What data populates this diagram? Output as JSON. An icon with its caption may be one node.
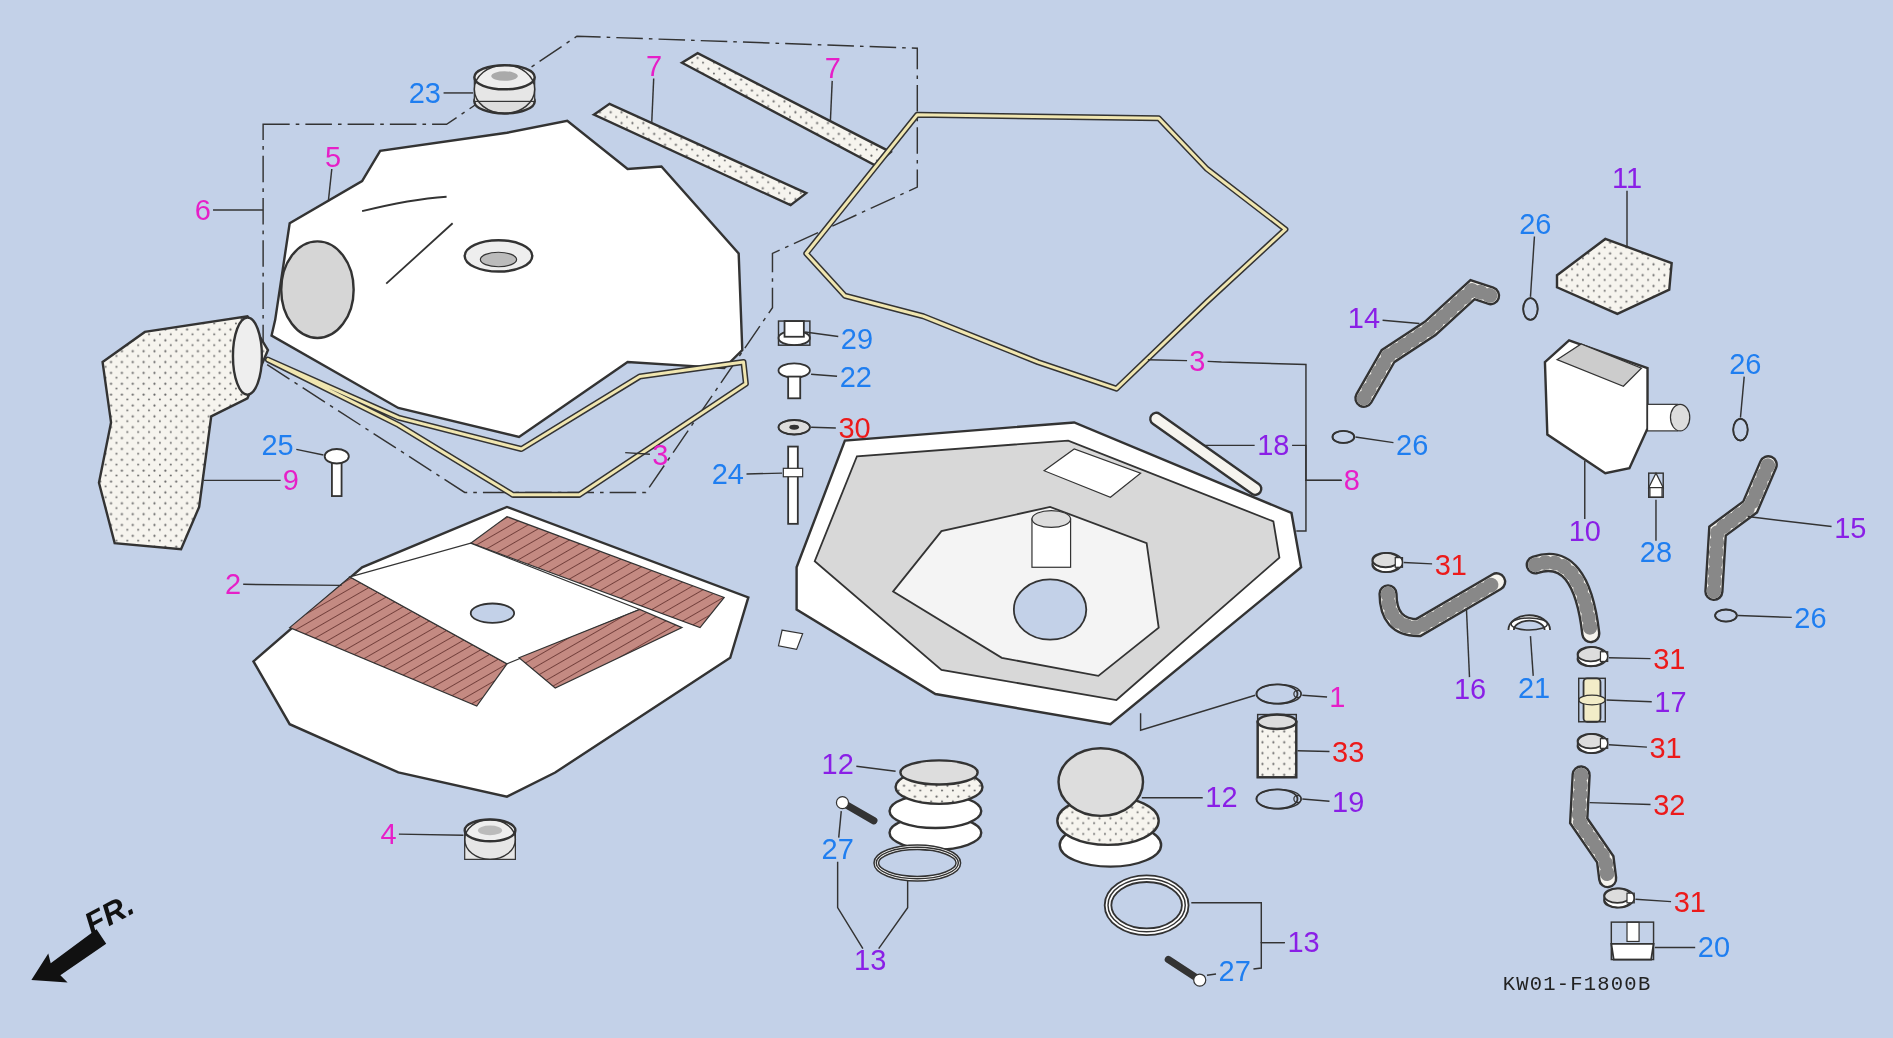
{
  "diagram": {
    "nodes": [
      {
        "text": [
          "23"
        ]
      },
      {
        "text": [
          "7"
        ]
      },
      {
        "text": [
          "7"
        ]
      },
      {
        "text": [
          "5"
        ]
      },
      {
        "text": [
          "6"
        ]
      },
      {
        "text": [
          "11"
        ]
      },
      {
        "text": [
          "26"
        ]
      },
      {
        "text": [
          "14"
        ]
      },
      {
        "text": [
          "29"
        ]
      },
      {
        "text": [
          "3"
        ]
      },
      {
        "text": [
          "26"
        ]
      },
      {
        "text": [
          "22"
        ]
      },
      {
        "text": [
          "30"
        ]
      },
      {
        "text": [
          "18"
        ]
      },
      {
        "text": [
          "26"
        ]
      },
      {
        "text": [
          "3"
        ]
      },
      {
        "text": [
          "25"
        ]
      },
      {
        "text": [
          "9"
        ]
      },
      {
        "text": [
          "24"
        ]
      },
      {
        "text": [
          "8"
        ]
      },
      {
        "text": [
          "10"
        ]
      },
      {
        "text": [
          "15"
        ]
      },
      {
        "text": [
          "28"
        ]
      },
      {
        "text": [
          "31"
        ]
      },
      {
        "text": [
          "2"
        ]
      },
      {
        "text": [
          "26"
        ]
      },
      {
        "text": [
          "31"
        ]
      },
      {
        "text": [
          "16"
        ]
      },
      {
        "text": [
          "21"
        ]
      },
      {
        "text": [
          "1"
        ]
      },
      {
        "text": [
          "17"
        ]
      },
      {
        "text": [
          "31"
        ]
      },
      {
        "text": [
          "33"
        ]
      },
      {
        "text": [
          "12"
        ]
      },
      {
        "text": [
          "12"
        ]
      },
      {
        "text": [
          "19"
        ]
      },
      {
        "text": [
          "32"
        ]
      },
      {
        "text": [
          "4"
        ]
      },
      {
        "text": [
          "27"
        ]
      },
      {
        "text": [
          "31"
        ]
      },
      {
        "text": [
          "13"
        ]
      },
      {
        "text": [
          "20"
        ]
      },
      {
        "text": [
          "13"
        ]
      },
      {
        "text": [
          "27"
        ]
      },
      {
        "text": [],
        "shape": "circle"
      },
      {
        "text": [],
        "shape": "picture"
      },
      {
        "text": [],
        "shape": "picture"
      },
      {
        "text": [],
        "shape": "picture"
      },
      {
        "text": [],
        "shape": "picture"
      },
      {
        "text": [],
        "shape": "circle"
      },
      {
        "text": [],
        "shape": "picture"
      },
      {
        "text": [],
        "shape": "box"
      },
      {
        "text": [],
        "shape": "picture"
      },
      {
        "text": [],
        "shape": "circle"
      },
      {
        "text": [],
        "shape": "picture"
      },
      {
        "text": [],
        "shape": "circle"
      },
      {
        "text": [],
        "shape": "picture"
      },
      {
        "text": [],
        "shape": "circle"
      },
      {
        "text": [],
        "shape": "picture"
      },
      {
        "text": [],
        "shape": "picture"
      },
      {
        "text": [],
        "shape": "picture"
      },
      {
        "text": [],
        "shape": "picture"
      },
      {
        "text": [],
        "shape": "picture"
      },
      {
        "text": [],
        "shape": "picture"
      },
      {
        "text": [],
        "shape": "picture"
      },
      {
        "text": [],
        "shape": "box"
      },
      {
        "text": [],
        "shape": "circle"
      },
      {
        "text": [],
        "shape": "picture"
      },
      {
        "text": [],
        "shape": "circle"
      },
      {
        "text": [],
        "shape": "circle"
      },
      {
        "text": [],
        "shape": "picture"
      },
      {
        "text": [],
        "shape": "circle"
      },
      {
        "text": [],
        "shape": "circle"
      },
      {
        "text": [],
        "shape": "box"
      },
      {
        "text": [],
        "shape": "circle"
      },
      {
        "text": [],
        "shape": "box"
      },
      {
        "text": [],
        "shape": "picture"
      },
      {
        "text": [],
        "shape": "picture"
      },
      {
        "text": [],
        "shape": "circle"
      },
      {
        "text": [],
        "shape": "picture"
      },
      {
        "text": [],
        "shape": "circle"
      },
      {
        "text": [],
        "shape": "picture"
      },
      {
        "text": [],
        "shape": "circle"
      },
      {
        "text": [],
        "shape": "circle"
      },
      {
        "text": [],
        "shape": "box"
      },
      {
        "text": [],
        "shape": "circle"
      },
      {
        "text": [],
        "shape": "picture"
      }
    ],
    "edges": [
      {
        "from": 0,
        "to": 44,
        "arrow": "none"
      },
      {
        "from": 1,
        "to": 45,
        "arrow": "none"
      },
      {
        "from": 2,
        "to": 46,
        "arrow": "none"
      },
      {
        "from": 3,
        "to": 47,
        "arrow": "none"
      },
      {
        "from": 4,
        "to": null,
        "arrow": "none"
      },
      {
        "from": 5,
        "to": 48,
        "arrow": "none"
      },
      {
        "from": 6,
        "to": 49,
        "arrow": "none"
      },
      {
        "from": 7,
        "to": 50,
        "arrow": "none"
      },
      {
        "from": 8,
        "to": 51,
        "arrow": "none"
      },
      {
        "from": 9,
        "to": 52,
        "arrow": "none"
      },
      {
        "from": 10,
        "to": 53,
        "arrow": "none"
      },
      {
        "from": 11,
        "to": 54,
        "arrow": "none"
      },
      {
        "from": 12,
        "to": 55,
        "arrow": "none"
      },
      {
        "from": 13,
        "to": 56,
        "arrow": "none"
      },
      {
        "from": 14,
        "to": 57,
        "arrow": "none"
      },
      {
        "from": 15,
        "to": 58,
        "arrow": "none"
      },
      {
        "from": 16,
        "to": 59,
        "arrow": "none"
      },
      {
        "from": 17,
        "to": 60,
        "arrow": "none"
      },
      {
        "from": 18,
        "to": 61,
        "arrow": "none"
      },
      {
        "from": 19,
        "to": 9,
        "arrow": "none"
      },
      {
        "from": 19,
        "to": 13,
        "arrow": "none"
      },
      {
        "from": 19,
        "to": 62,
        "arrow": "none"
      },
      {
        "from": 20,
        "to": 63,
        "arrow": "none"
      },
      {
        "from": 21,
        "to": 64,
        "arrow": "none"
      },
      {
        "from": 22,
        "to": 65,
        "arrow": "none"
      },
      {
        "from": 23,
        "to": 66,
        "arrow": "none"
      },
      {
        "from": 24,
        "to": 67,
        "arrow": "none"
      },
      {
        "from": 25,
        "to": 68,
        "arrow": "none"
      },
      {
        "from": 26,
        "to": 69,
        "arrow": "none"
      },
      {
        "from": 27,
        "to": 70,
        "arrow": "none"
      },
      {
        "from": 28,
        "to": 71,
        "arrow": "none"
      },
      {
        "from": 29,
        "to": 72,
        "arrow": "none"
      },
      {
        "from": 30,
        "to": 73,
        "arrow": "none"
      },
      {
        "from": 31,
        "to": 74,
        "arrow": "none"
      },
      {
        "from": 32,
        "to": 75,
        "arrow": "none"
      },
      {
        "from": 33,
        "to": 76,
        "arrow": "none"
      },
      {
        "from": 34,
        "to": 77,
        "arrow": "none"
      },
      {
        "from": 35,
        "to": 78,
        "arrow": "none"
      },
      {
        "from": 36,
        "to": 79,
        "arrow": "none"
      },
      {
        "from": 37,
        "to": 80,
        "arrow": "none"
      },
      {
        "from": 38,
        "to": 81,
        "arrow": "none"
      },
      {
        "from": 39,
        "to": 82,
        "arrow": "none"
      },
      {
        "from": 40,
        "to": 83,
        "arrow": "none"
      },
      {
        "from": 40,
        "to": 43,
        "arrow": "none"
      },
      {
        "from": 41,
        "to": 84,
        "arrow": "none"
      },
      {
        "from": 42,
        "to": 38,
        "arrow": "none"
      },
      {
        "from": 42,
        "to": 85,
        "arrow": "none"
      },
      {
        "from": 43,
        "to": 86,
        "arrow": "none"
      },
      {
        "from": 62,
        "to": 72,
        "arrow": "none"
      }
    ],
    "labels": [
      "FR.",
      "KW01-F1800B"
    ]
  }
}
